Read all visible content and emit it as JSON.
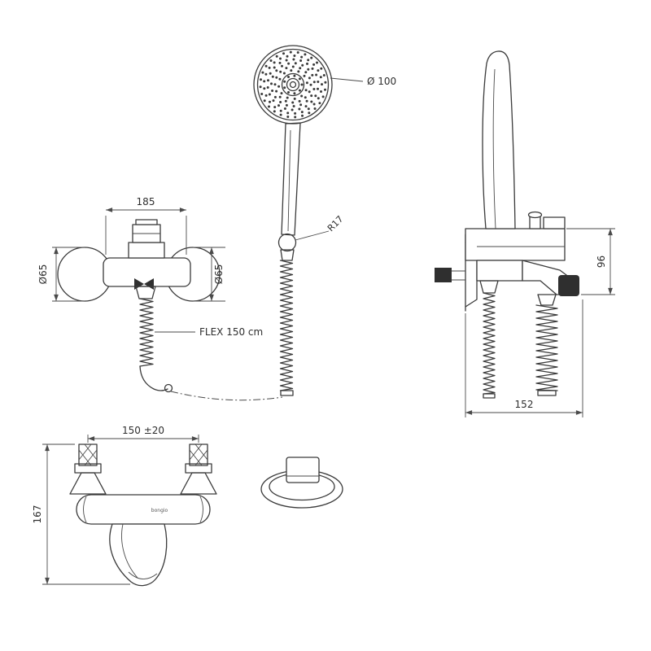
{
  "drawing": {
    "labels": {
      "head_diameter": "Ø 100",
      "hose_radius": "R17",
      "front_width": "185",
      "escutcheon_left": "Ø65",
      "escutcheon_right": "Ø65",
      "flex": "FLEX 150 cm",
      "side_height": "96",
      "side_depth": "152",
      "bottom_width": "150 ±20",
      "bottom_height": "167",
      "brand": "bongio"
    },
    "colors": {
      "line": "#3a3a3a",
      "dimension": "#4a4a4a",
      "background": "#ffffff"
    }
  }
}
